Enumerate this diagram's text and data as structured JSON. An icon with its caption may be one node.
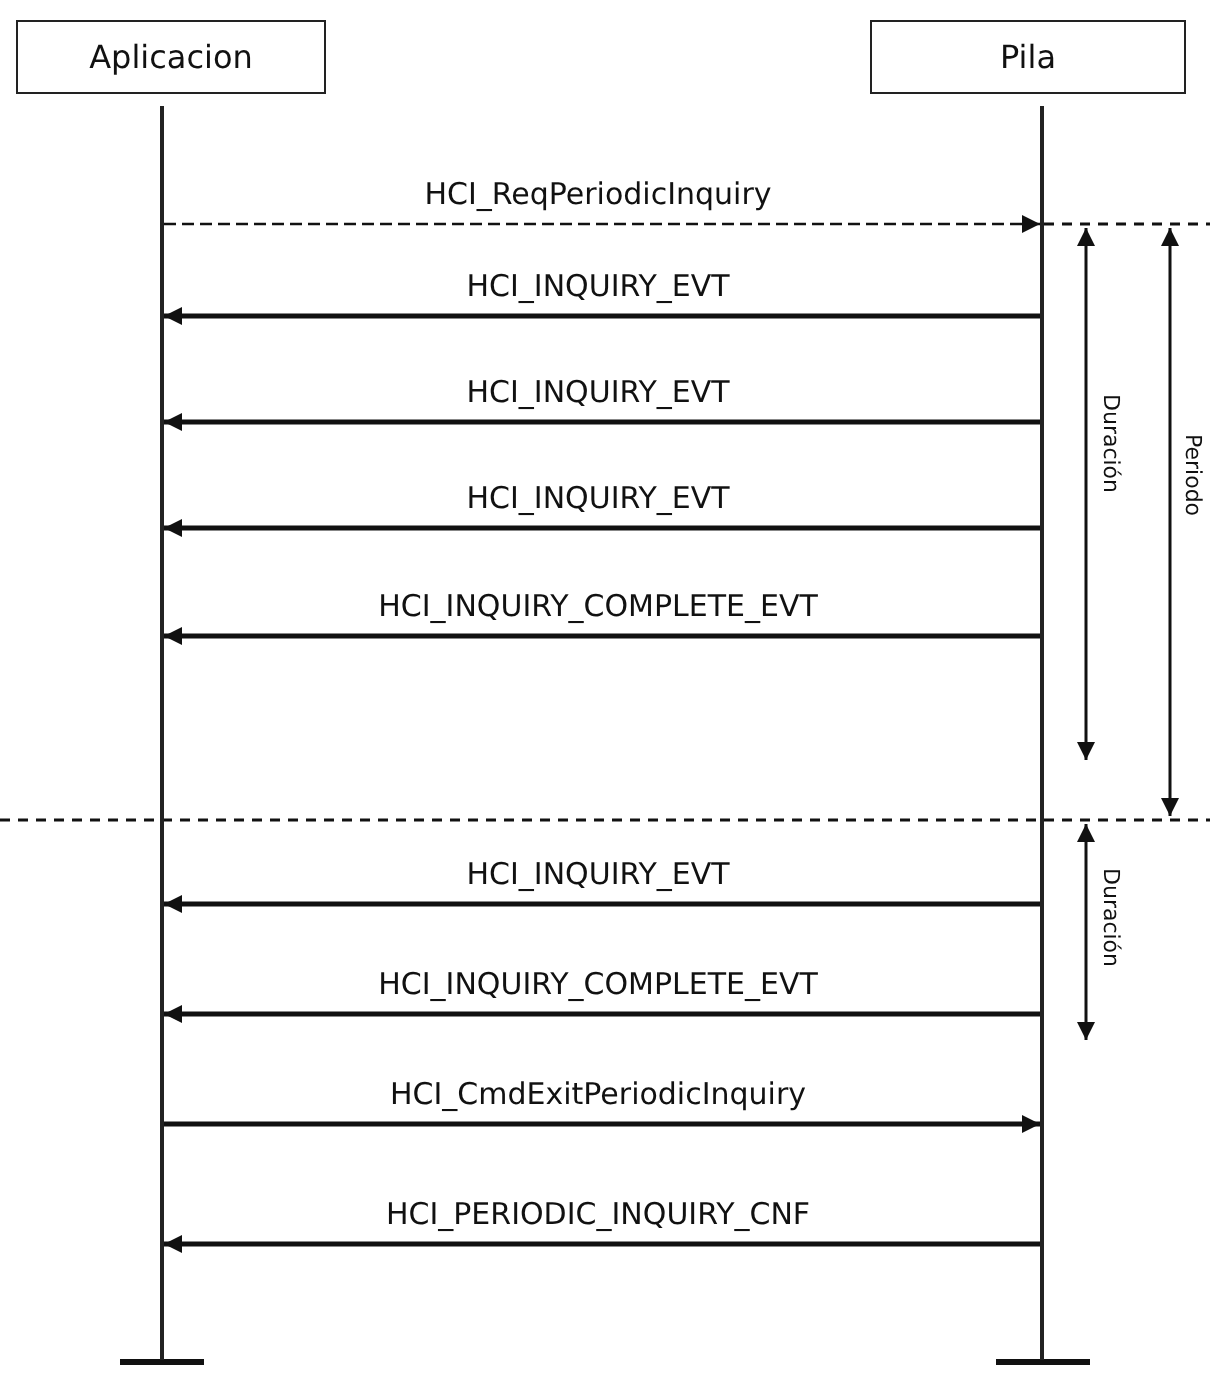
{
  "diagram": {
    "nodes": [
      {
        "text": [
          "Aplicacion"
        ]
      },
      {
        "text": [
          "Pila"
        ]
      },
      {
        "text": [],
        "shape": "bar"
      },
      {
        "text": [],
        "shape": "bar"
      }
    ],
    "edges": [
      {
        "from": 2,
        "to": 3,
        "arrow": "to",
        "label": "HCI_ReqPeriodicInquiry",
        "style": "dashed"
      },
      {
        "from": 3,
        "to": 2,
        "arrow": "to",
        "label": "HCI_INQUIRY_EVT"
      },
      {
        "from": 3,
        "to": 2,
        "arrow": "to",
        "label": "HCI_INQUIRY_EVT"
      },
      {
        "from": 3,
        "to": 2,
        "arrow": "to",
        "label": "HCI_INQUIRY_EVT"
      },
      {
        "from": 3,
        "to": 2,
        "arrow": "to",
        "label": "HCI_INQUIRY_COMPLETE_EVT"
      },
      {
        "from": 3,
        "to": 2,
        "arrow": "to",
        "label": "HCI_INQUIRY_EVT"
      },
      {
        "from": 3,
        "to": 2,
        "arrow": "to",
        "label": "HCI_INQUIRY_COMPLETE_EVT"
      },
      {
        "from": 2,
        "to": 3,
        "arrow": "to",
        "label": "HCI_CmdExitPeriodicInquiry"
      },
      {
        "from": 3,
        "to": 2,
        "arrow": "to",
        "label": "HCI_PERIODIC_INQUIRY_CNF"
      }
    ],
    "labels": [
      "Duración",
      "Periodo",
      "Duración"
    ]
  }
}
